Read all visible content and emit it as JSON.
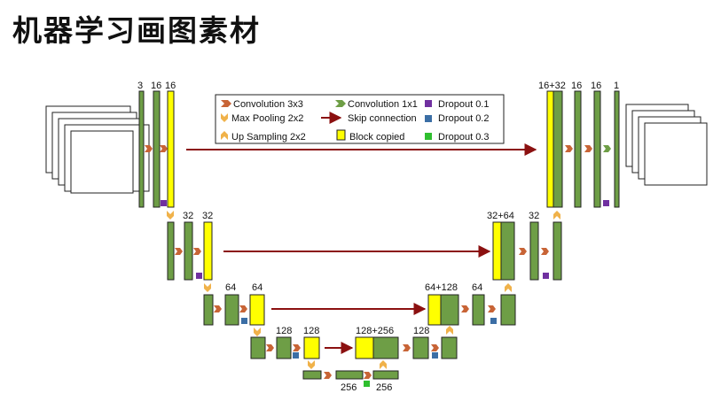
{
  "page": {
    "title": "机器学习画图素材"
  },
  "colors": {
    "green": "#6e9e46",
    "yellow": "#ffff00",
    "conv_arrow": "#c86436",
    "conv1x1_arrow": "#6e9e46",
    "pool_arrow": "#f0b24a",
    "skip": "#8b1010",
    "dropout_01": "#7030a0",
    "dropout_02": "#3b6ea5",
    "dropout_03": "#2fbf2f"
  },
  "legend": {
    "conv3x3": "Convolution 3x3",
    "maxpool": "Max Pooling 2x2",
    "upsampling": "Up Sampling 2x2",
    "conv1x1": "Convolution 1x1",
    "skip": "Skip connection",
    "block_copied": "Block copied",
    "dropout_01": "Dropout 0.1",
    "dropout_02": "Dropout 0.2",
    "dropout_03": "Dropout 0.3"
  },
  "labels": {
    "enc1": [
      "3",
      "16",
      "16"
    ],
    "enc2": [
      "32",
      "32"
    ],
    "enc3": [
      "64",
      "64"
    ],
    "enc4": [
      "128",
      "128"
    ],
    "bottleneck": [
      "256",
      "256"
    ],
    "dec4": [
      "128+256",
      "128"
    ],
    "dec3": [
      "64+128",
      "64"
    ],
    "dec2": [
      "32+64",
      "32"
    ],
    "dec1": [
      "16+32",
      "16",
      "16",
      "1"
    ]
  }
}
